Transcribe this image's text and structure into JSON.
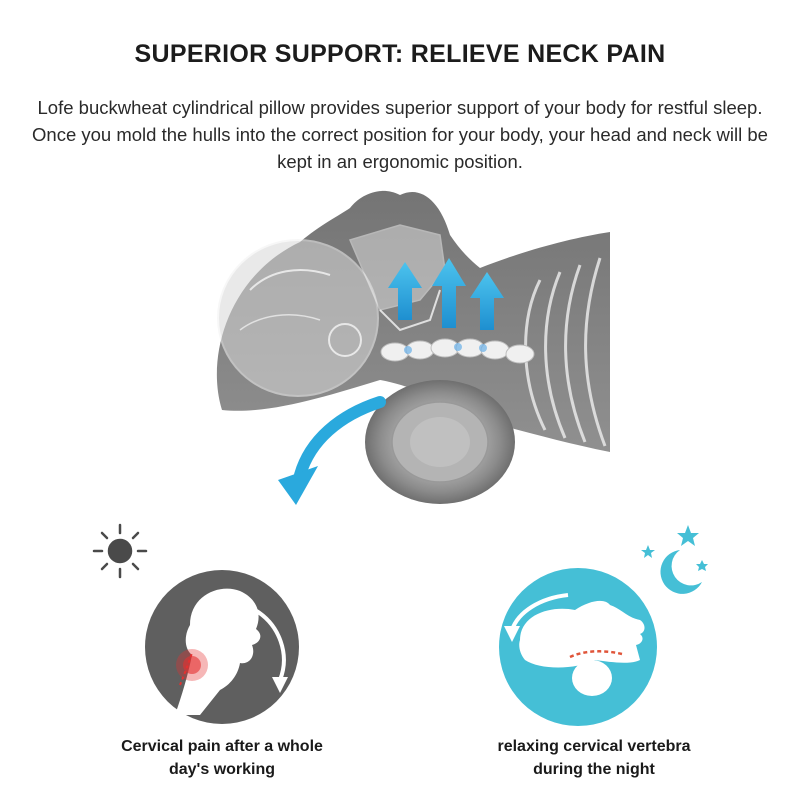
{
  "headline": "SUPERIOR SUPPORT: RELIEVE NECK PAIN",
  "intro": "Lofe buckwheat cylindrical pillow provides superior support of your body for restful sleep. Once you mold the hulls into the correct position for your body, your head and neck will be kept in an ergonomic position.",
  "panels": [
    {
      "icon": "sun-icon",
      "caption_line1": "Cervical pain after a whole",
      "caption_line2": "day's working",
      "circle_color": "#5f5f5f",
      "accent_color": "#e53030"
    },
    {
      "icon": "moon-stars-icon",
      "caption_line1": "relaxing cervical vertebra",
      "caption_line2": "during the night",
      "circle_color": "#45bfd6",
      "accent_color": "#e0553a"
    }
  ],
  "colors": {
    "arrow_blue": "#2aa9dd",
    "skeleton_gray": "#7a7a7a",
    "pillow_gray": "#9a9a9a"
  }
}
